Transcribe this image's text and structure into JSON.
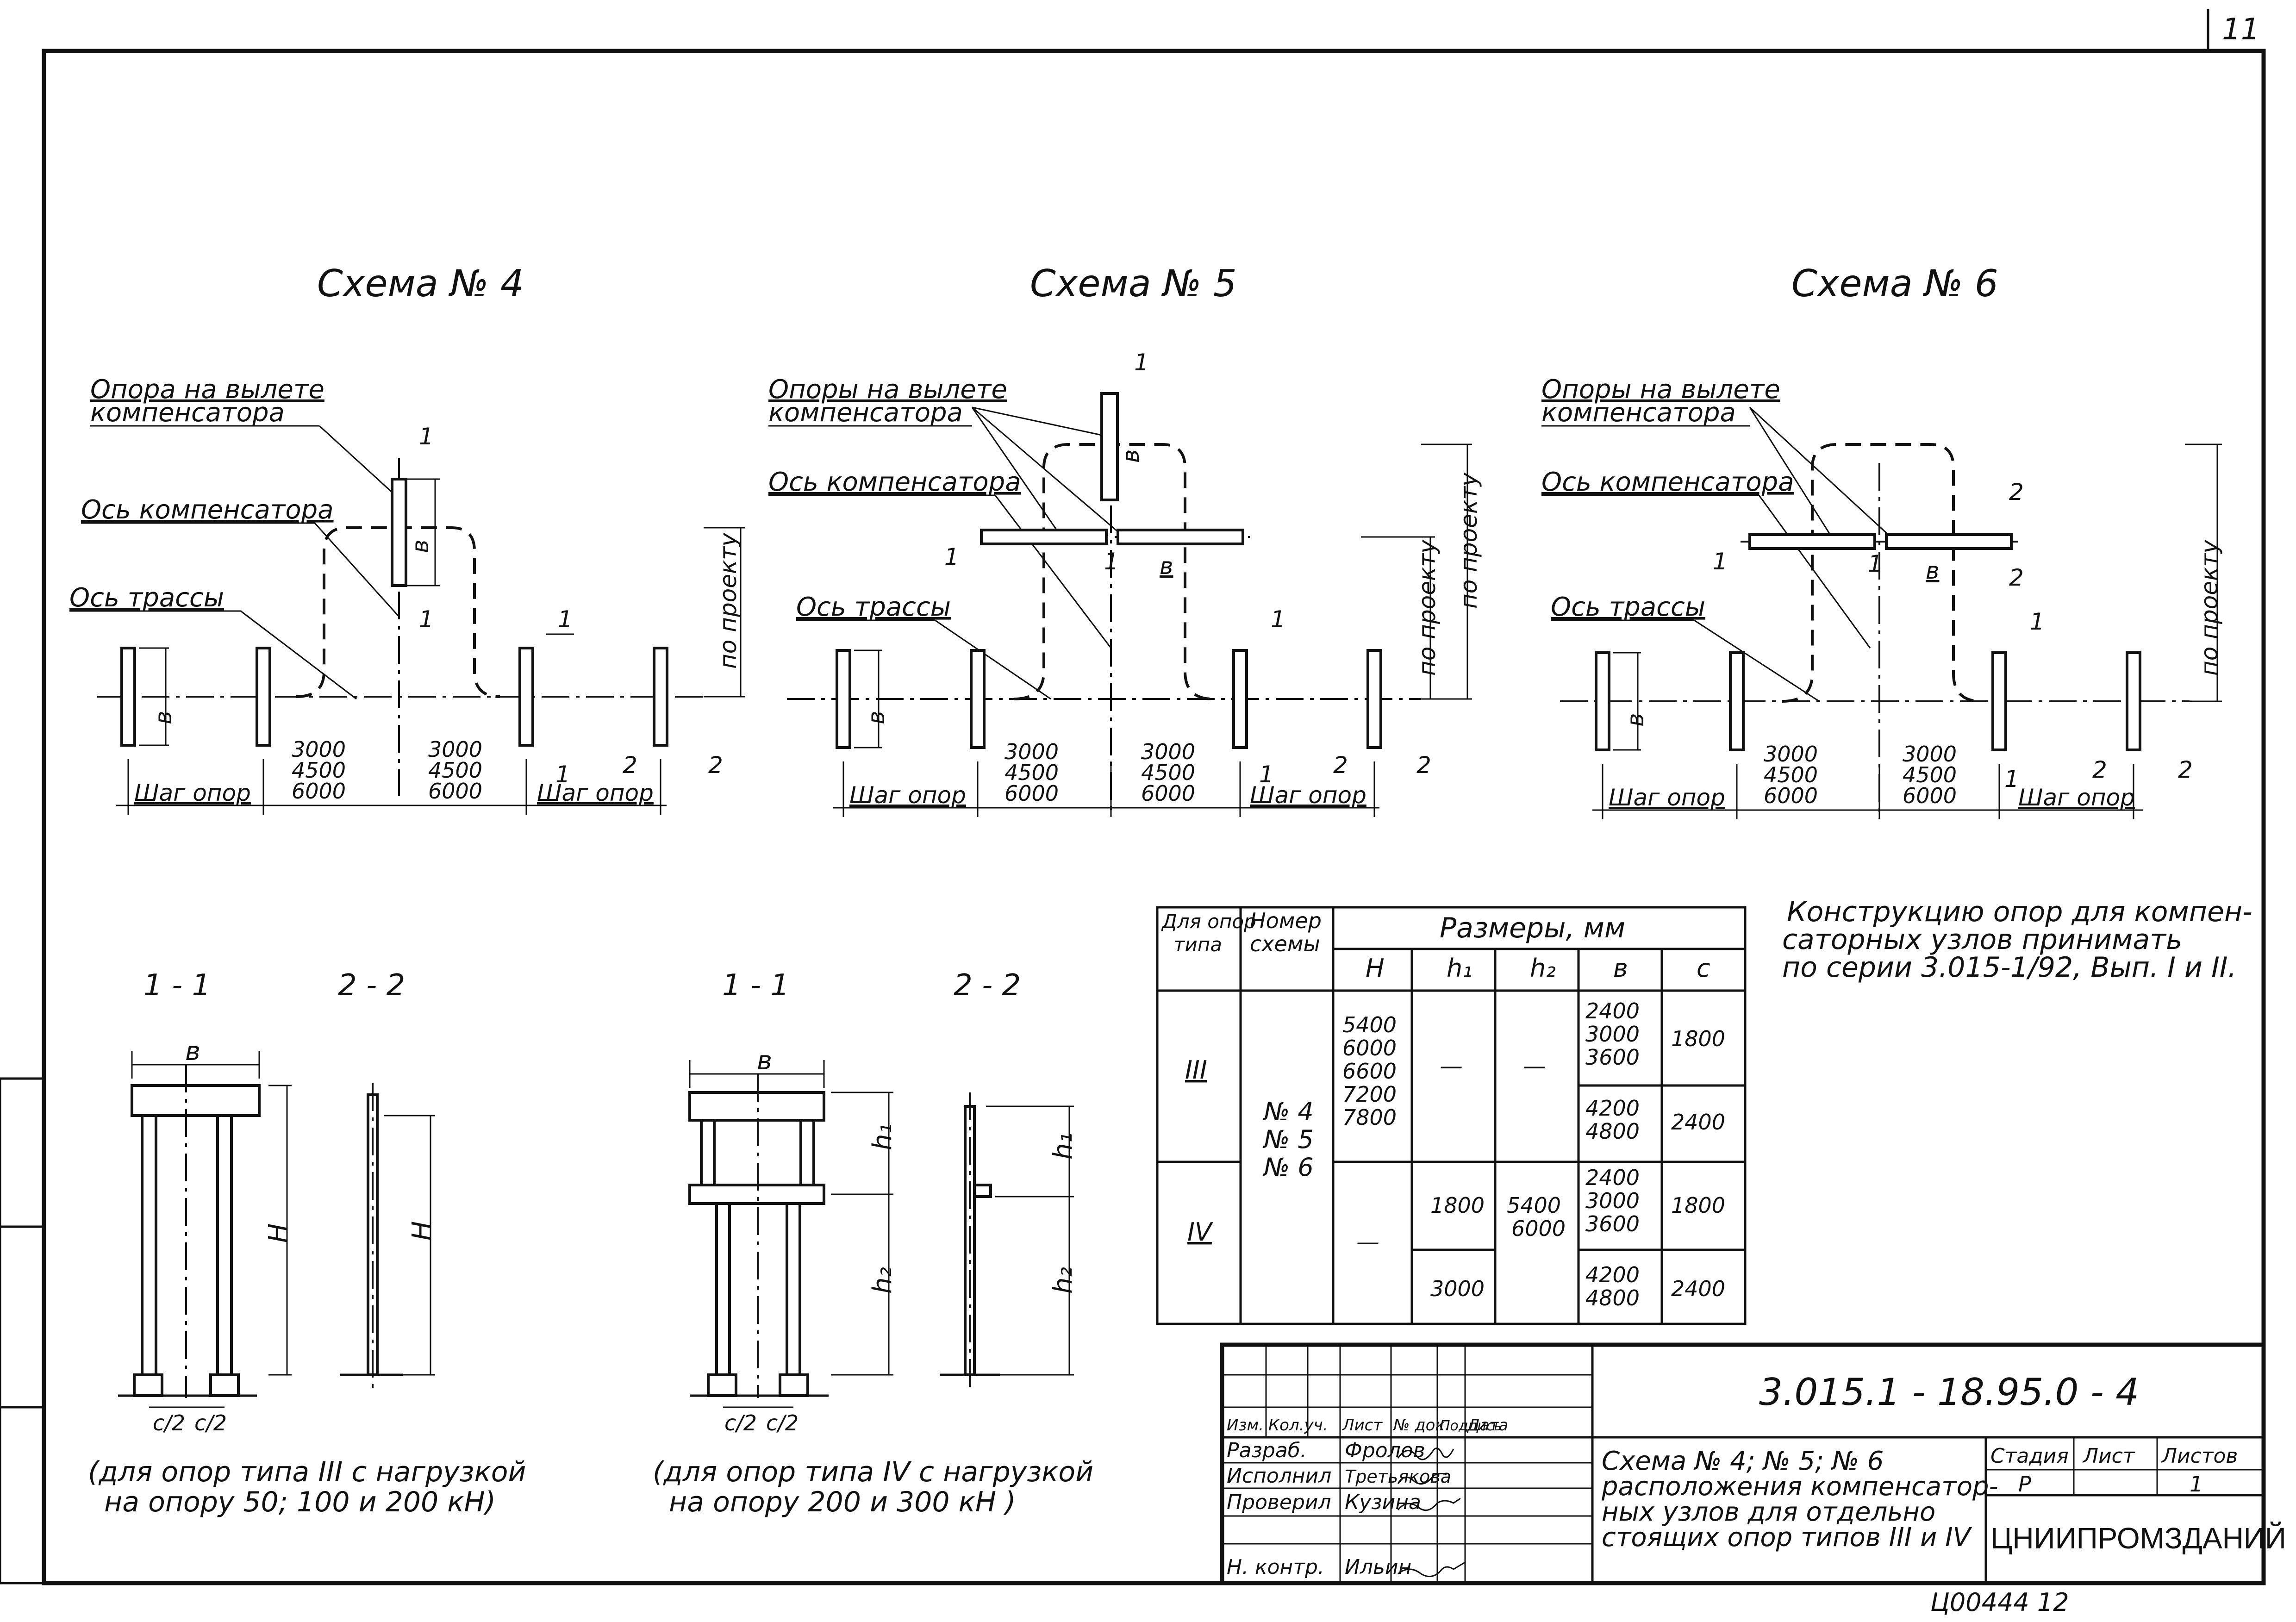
{
  "sheet_corner_number": "11",
  "schemes": [
    {
      "title": "Схема № 4",
      "label_support": [
        "Опора на вылете",
        "компенсатора"
      ],
      "label_comp_axis": "Ось компенсатора",
      "label_route_axis": "Ось трассы",
      "dim_height": "по проекту",
      "dim_b": "в",
      "dim_span": [
        "3000",
        "4500",
        "6000"
      ],
      "dim_step": "Шаг опор",
      "section1": "1",
      "section2": "2"
    },
    {
      "title": "Схема № 5",
      "label_support": [
        "Опоры на вылете",
        "компенсатора"
      ],
      "label_comp_axis": "Ось компенсатора",
      "label_route_axis": "Ось трассы",
      "dim_height": "по проекту",
      "dim_b": "в",
      "dim_span": [
        "3000",
        "4500",
        "6000"
      ],
      "dim_step": "Шаг опор",
      "section1": "1",
      "section2": "2"
    },
    {
      "title": "Схема № 6",
      "label_support": [
        "Опоры на вылете",
        "компенсатора"
      ],
      "label_comp_axis": "Ось компенсатора",
      "label_route_axis": "Ось трассы",
      "dim_height": "по проекту",
      "dim_b": "в",
      "dim_span": [
        "3000",
        "4500",
        "6000"
      ],
      "dim_step": "Шаг опор",
      "section1": "1",
      "section2": "2"
    }
  ],
  "sections": {
    "left": {
      "cut11": "1 - 1",
      "cut22": "2 - 2",
      "b": "в",
      "H": "Н",
      "c2a": "c/2",
      "c2b": "c/2",
      "note": [
        "(для опор типа III с нагрузкой",
        "на опору 50; 100 и 200 кН)"
      ]
    },
    "right": {
      "cut11": "1 - 1",
      "cut22": "2 - 2",
      "b": "в",
      "h1": "h₁",
      "h2": "h₂",
      "c2a": "c/2",
      "c2b": "c/2",
      "note": [
        "(для опор типа IV с нагрузкой",
        "на опору 200 и 300 кН )"
      ]
    }
  },
  "note_text": [
    "Конструкцию опор для компен-",
    "саторных узлов принимать",
    "по серии 3.015-1/92, Вып. I и II."
  ],
  "dims_table": {
    "header_col1": [
      "Для опор",
      "типа"
    ],
    "header_col2": [
      "Номер",
      "схемы"
    ],
    "header_group": "Размеры, мм",
    "header_sub": [
      "Н",
      "h₁",
      "h₂",
      "в",
      "с"
    ],
    "type3": "III",
    "type4": "IV",
    "schemes": [
      "№ 4",
      "№ 5",
      "№ 6"
    ],
    "t3_H": [
      "5400",
      "6000",
      "6600",
      "7200",
      "7800"
    ],
    "t3_h1": "—",
    "t3_h2": "—",
    "t3_b_a": [
      "2400",
      "3000",
      "3600"
    ],
    "t3_c_a": "1800",
    "t3_b_b": [
      "4200",
      "4800"
    ],
    "t3_c_b": "2400",
    "t4_H": "—",
    "t4_h1_a": "1800",
    "t4_h1_b": "3000",
    "t4_h2": [
      "5400",
      "6000"
    ],
    "t4_b_a": [
      "2400",
      "3000",
      "3600"
    ],
    "t4_c_a": "1800",
    "t4_b_b": [
      "4200",
      "4800"
    ],
    "t4_c_b": "2400"
  },
  "title_block": {
    "code": "3.015.1 - 18.95.0 - 4",
    "col_heads": [
      "Изм.",
      "Кол.уч.",
      "Лист",
      "№ док.",
      "Подпись",
      "Дата"
    ],
    "roles": [
      "Разраб.",
      "Исполнил",
      "Проверил",
      "",
      "Н. контр."
    ],
    "names": [
      "Фролов",
      "Третьякова",
      "Кузина",
      "",
      "Ильин"
    ],
    "title": [
      "Схема № 4; № 5; № 6",
      "расположения компенсатор-",
      "ных узлов для отдельно",
      "стоящих опор типов III и IV"
    ],
    "stage_head": "Стадия",
    "sheet_head": "Лист",
    "sheets_head": "Листов",
    "stage": "Р",
    "sheets": "1",
    "org": "ЦНИИПРОМЗДАНИЙ"
  },
  "footer_stamp": "Ц00444    12"
}
